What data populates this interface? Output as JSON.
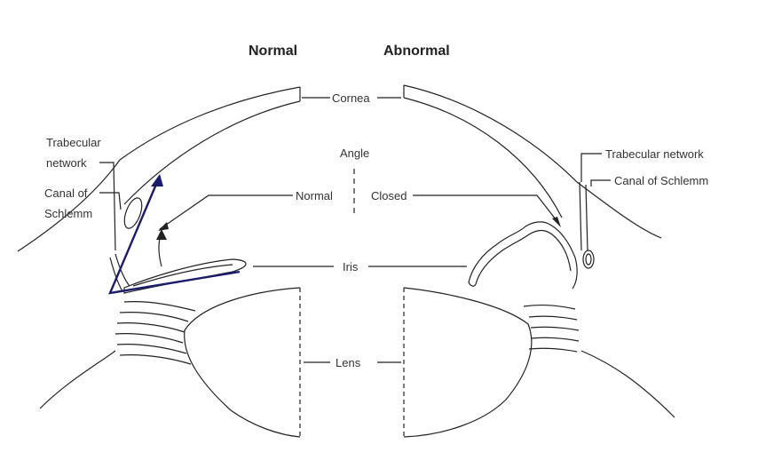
{
  "headings": {
    "normal": "Normal",
    "abnormal": "Abnormal"
  },
  "labels": {
    "cornea": "Cornea",
    "angle": "Angle",
    "normal_angle": "Normal",
    "closed": "Closed",
    "iris": "Iris",
    "lens": "Lens",
    "trabecular_left_1": "Trabecular",
    "trabecular_left_2": "network",
    "canal_left_1": "Canal of",
    "canal_left_2": "Schlemm",
    "trabecular_right": "Trabecular network",
    "canal_right": "Canal of Schlemm"
  },
  "colors": {
    "annotation": "#1c1c6e",
    "line": "#222222"
  }
}
